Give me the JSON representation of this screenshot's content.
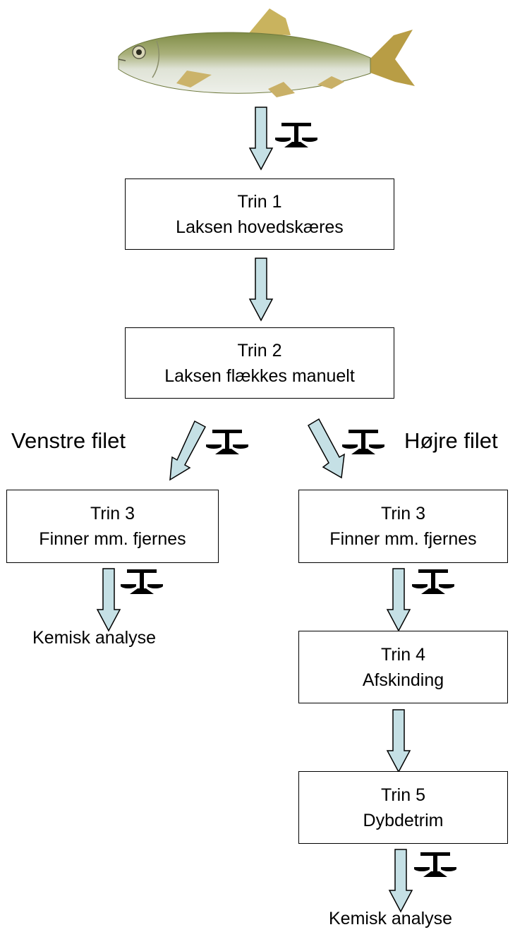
{
  "steps": [
    {
      "id": "trin1",
      "title": "Trin 1",
      "desc": "Laksen hovedskæres"
    },
    {
      "id": "trin2",
      "title": "Trin 2",
      "desc": "Laksen flækkes manuelt"
    },
    {
      "id": "trin3-left",
      "title": "Trin 3",
      "desc": "Finner mm. fjernes"
    },
    {
      "id": "trin3-right",
      "title": "Trin 3",
      "desc": "Finner mm. fjernes"
    },
    {
      "id": "trin4",
      "title": "Trin 4",
      "desc": "Afskinding"
    },
    {
      "id": "trin5",
      "title": "Trin 5",
      "desc": "Dybdetrim"
    }
  ],
  "branches": {
    "left": "Venstre filet",
    "right": "Højre filet"
  },
  "outputs": {
    "left": "Kemisk analyse",
    "right": "Kemisk analyse"
  },
  "icons": {
    "fish": "fish-image",
    "weigh": "scale-icon",
    "arrow": "down-arrow"
  },
  "colors": {
    "arrow_fill": "#c5e0e5",
    "stroke": "#000000",
    "fish_back": "#8c9a50",
    "fish_belly": "#e4e7de"
  }
}
